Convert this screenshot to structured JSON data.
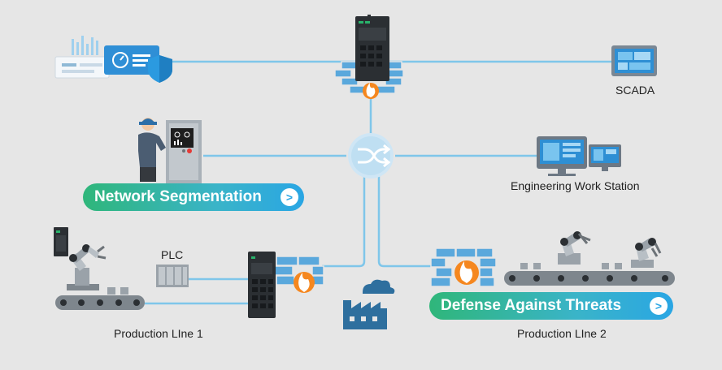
{
  "labels": {
    "scada": "SCADA",
    "engineering_station": "Engineering Work Station",
    "plc": "PLC",
    "production_line_1": "Production LIne 1",
    "production_line_2": "Production LIne 2"
  },
  "callouts": {
    "network_segmentation": "Network Segmentation",
    "defense_against_threats": "Defense Against Threats",
    "arrow_glyph": ">"
  },
  "colors": {
    "background": "#e6e6e6",
    "link": "#7fc6ea",
    "accent_blue": "#2aa6e4",
    "accent_green": "#2fb67a",
    "firewall_brick": "#5aa8dc",
    "flame": "#f5871f",
    "device_dark": "#2b2f33",
    "factory": "#2e6f9e"
  },
  "icons": [
    "monitoring-dashboard-icon",
    "industrial-firewall-icon",
    "scada-screen-icon",
    "operator-hmi-icon",
    "switch-hub-icon",
    "engineering-station-icon",
    "robot-arm-icon",
    "plc-icon",
    "factory-icon",
    "brick-wall-icon",
    "flame-icon",
    "conveyor-belt-icon"
  ]
}
